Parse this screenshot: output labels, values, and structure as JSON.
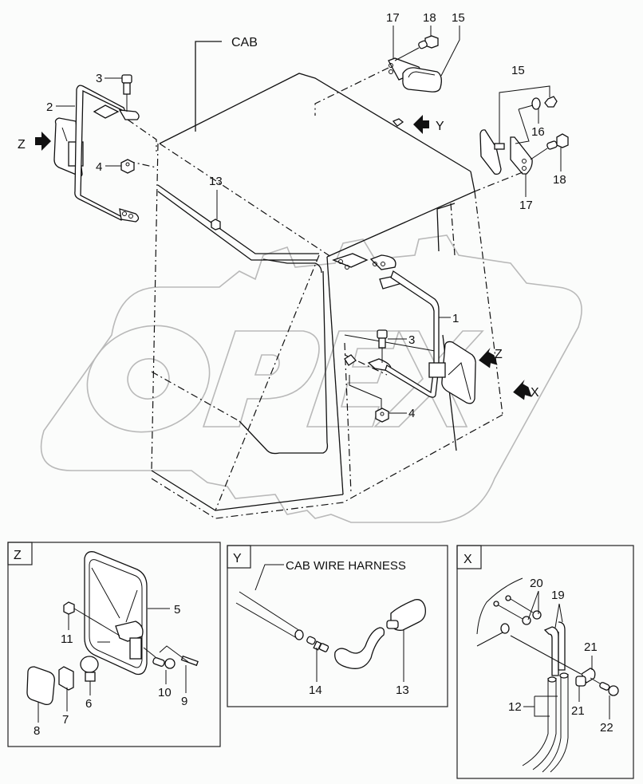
{
  "diagram": {
    "title_label": "CAB",
    "watermark": "OPEX",
    "view_arrows": [
      {
        "letter": "Z",
        "id": "view-z-left"
      },
      {
        "letter": "Y",
        "id": "view-y"
      },
      {
        "letter": "Z",
        "id": "view-z-right"
      },
      {
        "letter": "X",
        "id": "view-x"
      }
    ],
    "main_callouts": {
      "c1": "1",
      "c2": "2",
      "c3a": "3",
      "c3b": "3",
      "c4a": "4",
      "c4b": "4",
      "c13": "13",
      "c15a": "15",
      "c15b": "15",
      "c16": "16",
      "c17a": "17",
      "c17b": "17",
      "c18a": "18",
      "c18b": "18"
    },
    "detail_z": {
      "title": "Z",
      "callouts": {
        "c5": "5",
        "c6": "6",
        "c7": "7",
        "c8": "8",
        "c9": "9",
        "c10": "10",
        "c11": "11"
      }
    },
    "detail_y": {
      "title": "Y",
      "harness_label": "CAB WIRE HARNESS",
      "callouts": {
        "c13": "13",
        "c14": "14"
      }
    },
    "detail_x": {
      "title": "X",
      "callouts": {
        "c12": "12",
        "c19": "19",
        "c20": "20",
        "c21a": "21",
        "c21b": "21",
        "c22": "22"
      }
    }
  }
}
